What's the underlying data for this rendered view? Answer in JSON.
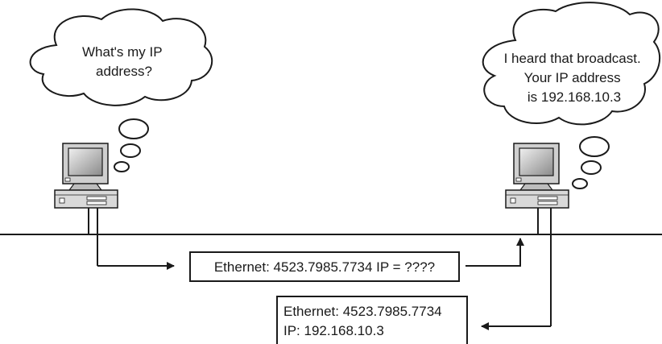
{
  "diagram": {
    "left_host": {
      "thought_lines": [
        "What's my IP",
        "address?"
      ]
    },
    "right_host": {
      "thought_lines": [
        "I heard that broadcast.",
        "Your IP address",
        "is 192.168.10.3"
      ]
    },
    "request_frame": {
      "text": "Ethernet: 4523.7985.7734 IP = ????"
    },
    "reply_frame": {
      "lines": [
        "Ethernet: 4523.7985.7734",
        "IP: 192.168.10.3"
      ]
    }
  }
}
